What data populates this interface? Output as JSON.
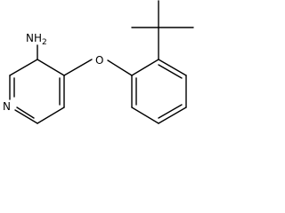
{
  "structure": {
    "kind": "chemical-structure",
    "atom_labels": {
      "amine": "NH2",
      "oxygen": "O",
      "nitrogen": "N"
    },
    "colors": {
      "bond": "#000000",
      "text": "#000000",
      "background": "#ffffff"
    }
  }
}
